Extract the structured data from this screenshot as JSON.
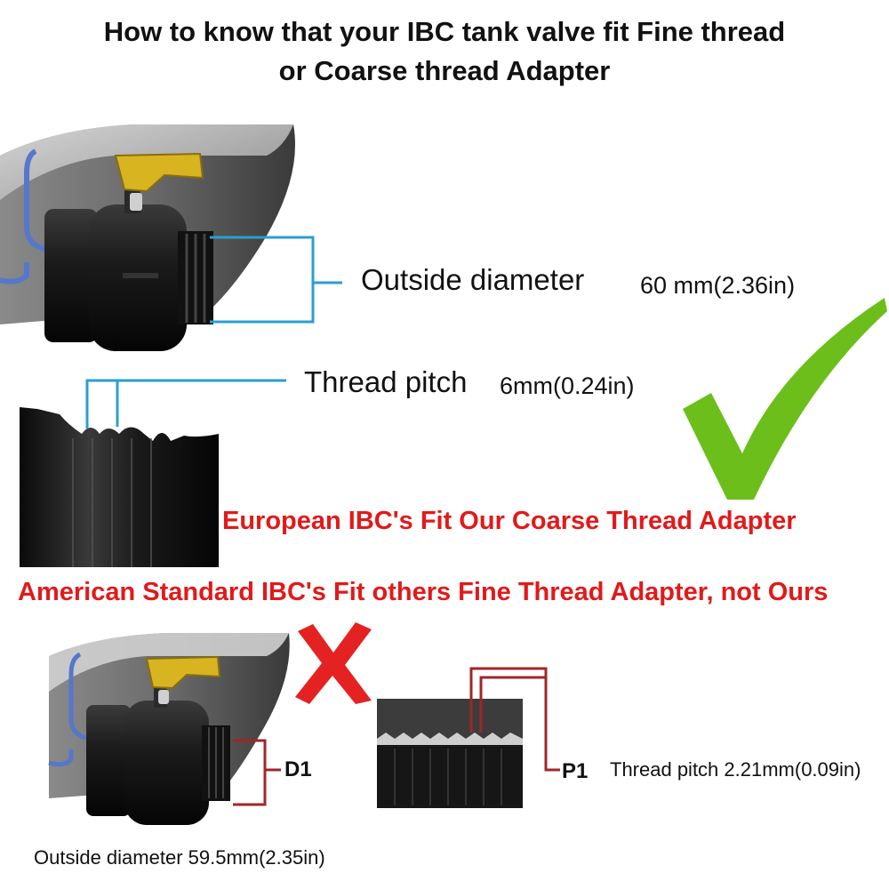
{
  "header": {
    "title_line1": "How to know that your IBC tank valve fit Fine thread",
    "title_line2": "or Coarse thread Adapter"
  },
  "european": {
    "outside_label": "Outside diameter",
    "outside_value": "60 mm(2.36in)",
    "pitch_label": "Thread pitch",
    "pitch_value": "6mm(0.24in)",
    "fit_text": "European IBC's Fit Our Coarse Thread Adapter",
    "mark_color": "#6cbf1a"
  },
  "american": {
    "fit_text": "American Standard IBC's Fit others Fine Thread Adapter, not Ours",
    "d_tag": "D1",
    "p_tag": "P1",
    "pitch_text": "Thread pitch 2.21mm(0.09in)",
    "outside_text": "Outside diameter 59.5mm(2.35in)",
    "mark_color": "#e52222"
  },
  "colors": {
    "dimension_blue": "#2a9fd0",
    "dimension_red": "#a0262a",
    "valve_black": "#1a1a1a",
    "handle_yellow": "#d8b420",
    "tank_blue": "#5577cc"
  },
  "icons": {
    "checkmark": "check-icon",
    "cross": "cross-icon"
  }
}
